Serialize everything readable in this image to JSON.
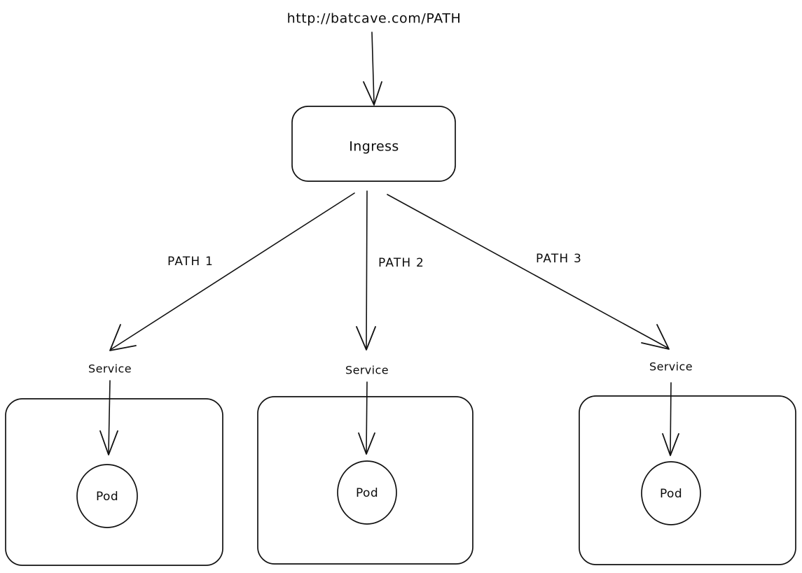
{
  "diagram": {
    "title_text": "http://batcave.com/PATH",
    "background_color": "#ffffff",
    "stroke_color": "#111111",
    "text_color": "#0b0b0b",
    "ingress": {
      "label": "Ingress"
    },
    "edges": [
      {
        "label": "PATH 1"
      },
      {
        "label": "PATH 2"
      },
      {
        "label": "PATH 3"
      }
    ],
    "services": [
      {
        "label": "Service"
      },
      {
        "label": "Service"
      },
      {
        "label": "Service"
      }
    ],
    "pods": [
      {
        "label": "Pod"
      },
      {
        "label": "Pod"
      },
      {
        "label": "Pod"
      }
    ]
  }
}
